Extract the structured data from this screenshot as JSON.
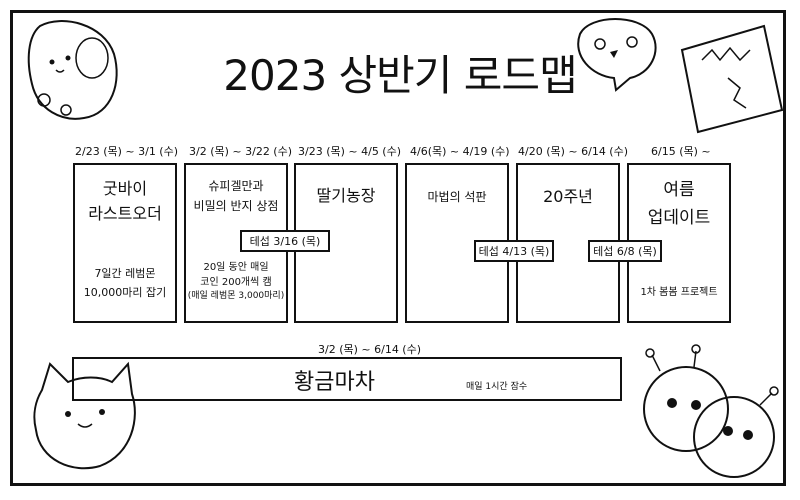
{
  "title": "2023 상반기 로드맵",
  "items": [
    {
      "date": "2/23 (목) ~ 3/1 (수)",
      "title_line1": "굿바이",
      "title_line2": "라스트오더",
      "desc_line1": "7일간 레범몬",
      "desc_line2": "10,000마리 잡기"
    },
    {
      "date": "3/2 (목) ~ 3/22 (수)",
      "title_line1": "슈피겔만과",
      "title_line2": "비밀의 반지 상점",
      "test": "테섭 3/16 (목)",
      "desc_line1": "20일 동안 매일",
      "desc_line2": "코인 200개씩 캠",
      "desc_line3": "(매일 레범몬 3,000마리)"
    },
    {
      "date": "3/23 (목) ~ 4/5 (수)",
      "title_line1": "딸기농장"
    },
    {
      "date": "4/6(목) ~ 4/19 (수)",
      "title_line1": "마법의 석판",
      "test": "테섭 4/13 (목)"
    },
    {
      "date": "4/20 (목) ~ 6/14 (수)",
      "title_line1": "20주년",
      "test": "테섭 6/8 (목)"
    },
    {
      "date": "6/15 (목) ~",
      "title_line1": "여름",
      "title_line2": "업데이트",
      "desc_line1": "1차 봄봄 프로젝트"
    }
  ],
  "banner": {
    "date": "3/2 (목) ~ 6/14 (수)",
    "title": "황금마차",
    "subtitle": "매일 1시간 잠수"
  }
}
